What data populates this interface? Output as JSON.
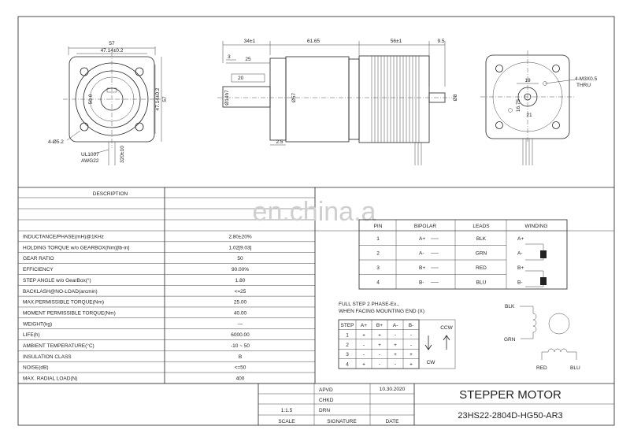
{
  "drawing": {
    "front_view": {
      "dims": {
        "width": "57",
        "bolt": "47.14±0.2",
        "height": "57",
        "bolt_v": "47.14±0.2",
        "holes": "4-Ø5.2",
        "key": "50.0",
        "cable": "UL1007\nAWG22",
        "lead": "320±10"
      }
    },
    "side_view": {
      "dims": {
        "shaft": "34±1",
        "body1": "61.65",
        "body2": "56±1",
        "flange": "9.5",
        "d1": "3",
        "d2": "25",
        "d3": "20",
        "shaft_d": "Ø14h7",
        "gb_d": "Ø57",
        "s2": "2.5",
        "rear_d": "Ø8"
      }
    },
    "rear_view": {
      "dims": {
        "threads": "4-M3X0.5",
        "thru": "THRU",
        "a": "19",
        "b": "16.75",
        "c": "21"
      }
    }
  },
  "watermark": "en.china.a",
  "spec_table": {
    "header_label": "DESCRIPTION",
    "rows": [
      {
        "label": "INDUCTANCE/PHASE(mH)@1KHz",
        "value": "2.80±20%"
      },
      {
        "label": "HOLDING TORQUE w/o GEARBOX(Nm)[lb-in]",
        "value": "1.02[9.03]"
      },
      {
        "label": "GEAR RATIO",
        "value": "50"
      },
      {
        "label": "EFFICIENCY",
        "value": "90.00%"
      },
      {
        "label": "STEP ANGLE w/o GearBox(°)",
        "value": "1.80"
      },
      {
        "label": "BACKLASH@NO-LOAD(arcmin)",
        "value": "<=25"
      },
      {
        "label": "MAX.PERMISSIBLE TORQUE(Nm)",
        "value": "25.00"
      },
      {
        "label": "MOMENT PERMISSIBLE TORQUE(Nm)",
        "value": "40.00"
      },
      {
        "label": "WEIGHT(kg)",
        "value": "—"
      },
      {
        "label": "LIFE(h)",
        "value": "6000.00"
      },
      {
        "label": "AMBIENT TEMPERATURE(°C)",
        "value": "-10 ~ 50"
      },
      {
        "label": "INSULATION CLASS",
        "value": "B"
      },
      {
        "label": "NOISE(dB)",
        "value": "<=50"
      },
      {
        "label": "MAX. RADIAL LOAD(N)",
        "value": "400"
      }
    ]
  },
  "wiring_table": {
    "headers": [
      "PIN",
      "BIPOLAR",
      "LEADS",
      "WINDING"
    ],
    "rows": [
      {
        "pin": "1",
        "bipolar": "A+",
        "lead": "BLK",
        "wind": "A+"
      },
      {
        "pin": "2",
        "bipolar": "A-",
        "lead": "GRN",
        "wind": "A-"
      },
      {
        "pin": "3",
        "bipolar": "B+",
        "lead": "RED",
        "wind": "B+"
      },
      {
        "pin": "4",
        "bipolar": "B-",
        "lead": "BLU",
        "wind": "B-"
      }
    ]
  },
  "step_table": {
    "note1": "FULL STEP  2 PHASE-Ex.,",
    "note2": "WHEN FACING MOUNTING END (X)",
    "headers": [
      "STEP",
      "A+",
      "B+",
      "A-",
      "B-"
    ],
    "rows": [
      [
        "1",
        "+",
        "+",
        "-",
        "-"
      ],
      [
        "2",
        "-",
        "+",
        "+",
        "-"
      ],
      [
        "3",
        "-",
        "-",
        "+",
        "+"
      ],
      [
        "4",
        "+",
        "-",
        "-",
        "+"
      ]
    ],
    "ccw": "CCW",
    "cw": "CW"
  },
  "schematic": {
    "blk": "BLK",
    "grn": "GRN",
    "red": "RED",
    "blu": "BLU"
  },
  "title_block": {
    "apvd": "APVD",
    "chkd": "CHKD",
    "drn": "DRN",
    "date_value": "10.30.2020",
    "scale_value": "1:1.5",
    "scale": "SCALE",
    "signature": "SIGNATURE",
    "date": "DATE",
    "title": "STEPPER MOTOR",
    "part": "23HS22-2804D-HG50-AR3"
  }
}
